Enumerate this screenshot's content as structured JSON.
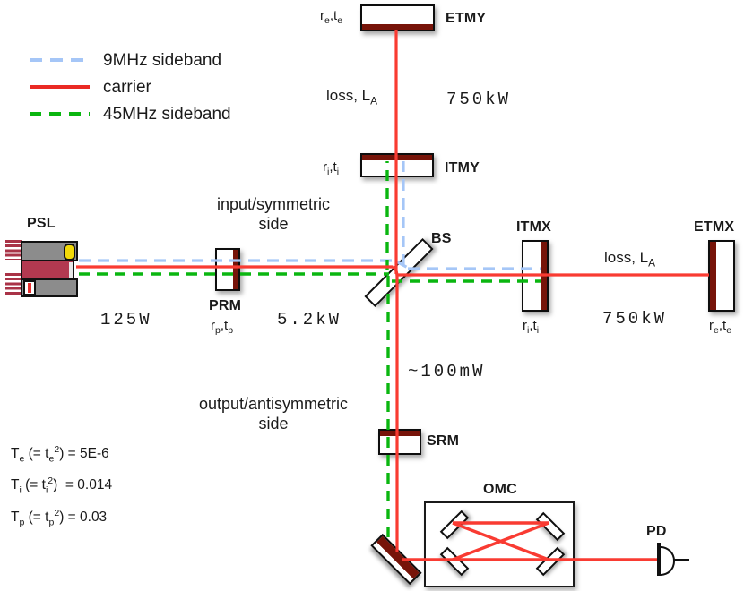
{
  "legend": {
    "items": [
      {
        "label": "9MHz sideband",
        "color": "#a5c6f7",
        "style": "dashed"
      },
      {
        "label": "carrier",
        "color": "#ea2a24",
        "style": "solid"
      },
      {
        "label": "45MHz sideband",
        "color": "#0ab610",
        "style": "dashed"
      }
    ]
  },
  "colors": {
    "sideband_9mhz": "#a5c6f7",
    "carrier": "#f93b32",
    "sideband_45mhz": "#0ab610",
    "mirror_coating": "#771409",
    "psl_body": "#b23950",
    "psl_gray": "#8c8c8c"
  },
  "components": {
    "psl": {
      "label": "PSL"
    },
    "prm": {
      "label": "PRM",
      "rt": "r~p~,t~p~"
    },
    "bs": {
      "label": "BS"
    },
    "itmy": {
      "label": "ITMY",
      "rt": "r~i~,t~i~"
    },
    "etmy": {
      "label": "ETMY",
      "rt": "r~e~,t~e~"
    },
    "itmx": {
      "label": "ITMX",
      "rt": "r~i~,t~i~"
    },
    "etmx": {
      "label": "ETMX",
      "rt": "r~e~,t~e~"
    },
    "srm": {
      "label": "SRM"
    },
    "omc": {
      "label": "OMC"
    },
    "pd": {
      "label": "PD"
    }
  },
  "powers": {
    "input": "125W",
    "recycling": "5.2kW",
    "yarm": "750kW",
    "xarm": "750kW",
    "antisymmetric": "~100mW"
  },
  "losses": {
    "yarm": "loss, L~A~",
    "xarm": "loss, L~A~"
  },
  "annotations": {
    "input_side_line1": "input/symmetric",
    "input_side_line2": "side",
    "output_side_line1": "output/antisymmetric",
    "output_side_line2": "side"
  },
  "equations": [
    "T~e~ (= t~e~^2^) = 5E-6",
    "T~i~ (= t~i~^2^)  = 0.014",
    "T~p~ (= t~p~^2^) = 0.03"
  ]
}
